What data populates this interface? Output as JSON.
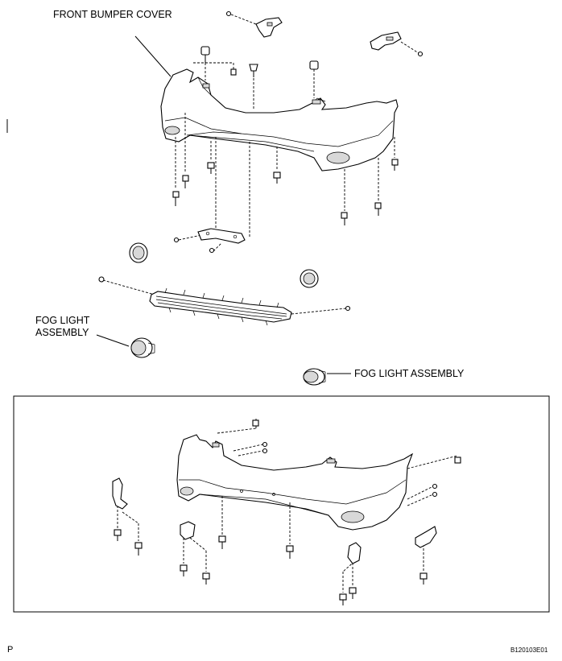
{
  "labels": {
    "front_bumper_cover": "FRONT BUMPER COVER",
    "fog_light_left_line1": "FOG LIGHT",
    "fog_light_left_line2": "ASSEMBLY",
    "fog_light_right": "FOG LIGHT ASSEMBLY"
  },
  "footer": {
    "left_code": "P",
    "right_code": "B120103E01"
  }
}
